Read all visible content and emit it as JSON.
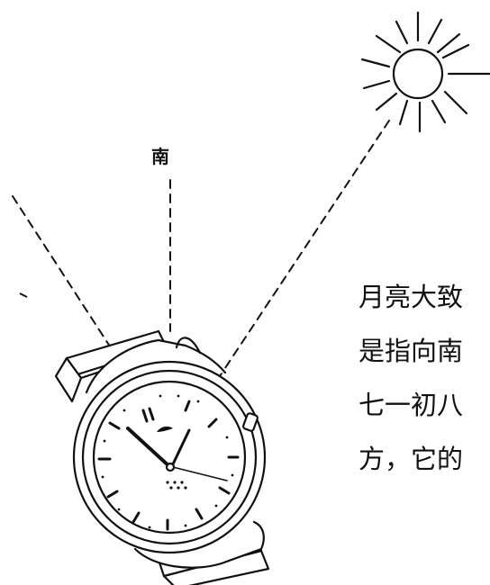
{
  "labels": {
    "south": "南"
  },
  "text_lines": [
    "月亮大致",
    "是指向南",
    "七一初八",
    "方，它的"
  ],
  "icons": {
    "sun": "sun-icon",
    "watch": "wristwatch-icon"
  },
  "colors": {
    "ink": "#111111",
    "background": "#ffffff"
  }
}
